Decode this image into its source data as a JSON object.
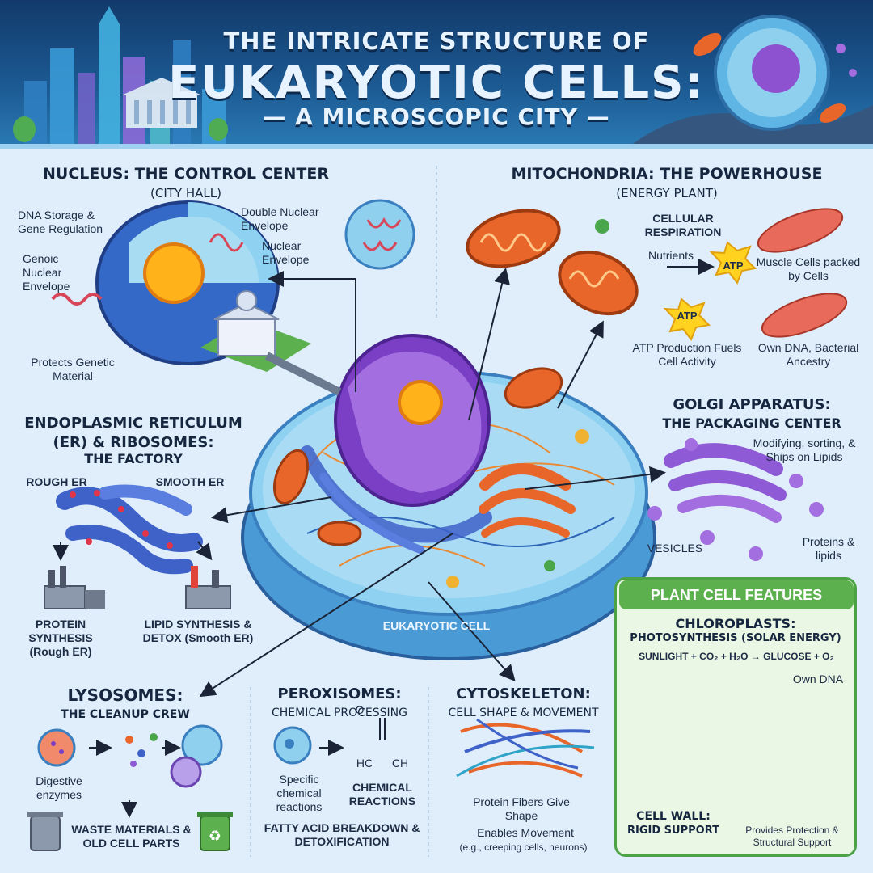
{
  "title": {
    "line1": "THE INTRICATE STRUCTURE OF",
    "line2": "EUKARYOTIC CELLS:",
    "line3": "— A MICROSCOPIC CITY —"
  },
  "center": {
    "label": "EUKARYOTIC CELL"
  },
  "nucleus": {
    "heading": "NUCLEUS: THE CONTROL CENTER",
    "subheading": "(CITY HALL)",
    "labels": [
      "DNA Storage & Gene Regulation",
      "Double Nuclear Envelope",
      "Nuclear Envelope",
      "Genoic Nuclear Envelope",
      "Protects Genetic Material"
    ]
  },
  "mitochondria": {
    "heading": "MITOCHONDRIA: THE POWERHOUSE",
    "subheading": "(ENERGY PLANT)",
    "respiration": "CELLULAR RESPIRATION",
    "nutrients": "Nutrients",
    "atp": "ATP",
    "production": "ATP Production Fuels Cell Activity",
    "muscle": "Muscle Cells packed by Cells",
    "dna": "Own DNA, Bacterial Ancestry"
  },
  "er": {
    "heading": "ENDOPLASMIC RETICULUM (ER) & RIBOSOMES:",
    "subheading": "THE FACTORY",
    "rough": "ROUGH ER",
    "smooth": "SMOOTH ER",
    "protein": "PROTEIN SYNTHESIS (Rough ER)",
    "lipid": "LIPID SYNTHESIS & DETOX (Smooth ER)"
  },
  "golgi": {
    "heading": "GOLGI APPARATUS:",
    "subheading": "THE PACKAGING CENTER",
    "modifying": "Modifying, sorting, & Ships on Lipids",
    "vesicles": "VESICLES",
    "proteins": "Proteins & lipids"
  },
  "lysosomes": {
    "heading": "LYSOSOMES:",
    "subheading": "THE CLEANUP CREW",
    "enzymes": "Digestive enzymes",
    "waste": "WASTE MATERIALS & OLD CELL PARTS"
  },
  "peroxisomes": {
    "heading": "PEROXISOMES:",
    "subheading": "CHEMICAL PROCESSING",
    "specific": "Specific chemical reactions",
    "chemical": "CHEMICAL REACTIONS",
    "fatty": "FATTY ACID BREAKDOWN & DETOXIFICATION",
    "formula_o": "O",
    "formula_hc": "HC",
    "formula_ch": "CH"
  },
  "cytoskeleton": {
    "heading": "CYTOSKELETON:",
    "subheading": "CELL SHAPE & MOVEMENT",
    "fibers": "Protein Fibers Give Shape",
    "movement": "Enables Movement",
    "examples": "(e.g., creeping cells, neurons)"
  },
  "plant": {
    "heading": "PLANT CELL FEATURES",
    "chloroplasts": "CHLOROPLASTS:",
    "photosynthesis": "PHOTOSYNTHESIS (SOLAR ENERGY)",
    "equation": "SUNLIGHT + CO₂ + H₂O → GLUCOSE + O₂",
    "own_dna": "Own DNA",
    "cell_wall": "CELL WALL:",
    "rigid": "RIGID SUPPORT",
    "protection": "Provides Protection & Structural Support"
  },
  "colors": {
    "header": "#1c5a93",
    "background": "#dfeefa",
    "nucleus": "#8a4fd0",
    "mitochondria": "#e9662b",
    "er": "#3f62c9",
    "golgi": "#8e5ad6",
    "plant": "#5cb14e"
  },
  "icons": [
    "city-skyline-icon",
    "cell-icon",
    "dna-icon",
    "city-hall-icon",
    "factory-icon",
    "trash-can-icon",
    "recycle-bin-icon",
    "sun-icon",
    "atp-burst-icon",
    "muscle-icon"
  ]
}
